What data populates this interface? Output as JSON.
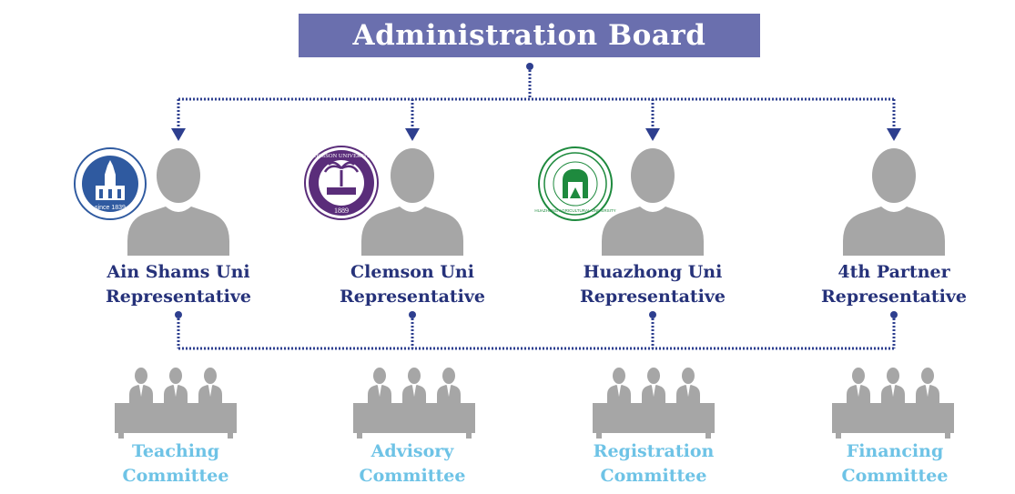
{
  "board": {
    "title": "Administration Board"
  },
  "representatives": [
    {
      "line1": "Ain Shams Uni",
      "line2": "Representative",
      "logo": "ain-shams-university-seal",
      "logo_color": "#2f5aa0"
    },
    {
      "line1": "Clemson Uni",
      "line2": "Representative",
      "logo": "clemson-university-seal",
      "logo_color": "#5a2d7a"
    },
    {
      "line1": "Huazhong Uni",
      "line2": "Representative",
      "logo": "huazhong-agricultural-university-seal",
      "logo_color": "#1e8a3e"
    },
    {
      "line1": "4th Partner",
      "line2": "Representative",
      "logo": "",
      "logo_color": ""
    }
  ],
  "committees": [
    {
      "line1": "Teaching",
      "line2": "Committee"
    },
    {
      "line1": "Advisory",
      "line2": "Committee"
    },
    {
      "line1": "Registration",
      "line2": "Committee"
    },
    {
      "line1": "Financing",
      "line2": "Committee"
    }
  ],
  "logo_text": {
    "ain_shams_year": "since 1839",
    "clemson_name": "CLEMSON UNIVERSITY",
    "clemson_year": "1889",
    "huazhong_name": "HUAZHONG AGRICULTURAL UNIVERSITY"
  },
  "colors": {
    "title_bg": "#6a6fae",
    "connector": "#2e3f8f",
    "person": "#a6a6a6",
    "rep_text": "#26327a",
    "committee_text": "#6ec3e6"
  }
}
